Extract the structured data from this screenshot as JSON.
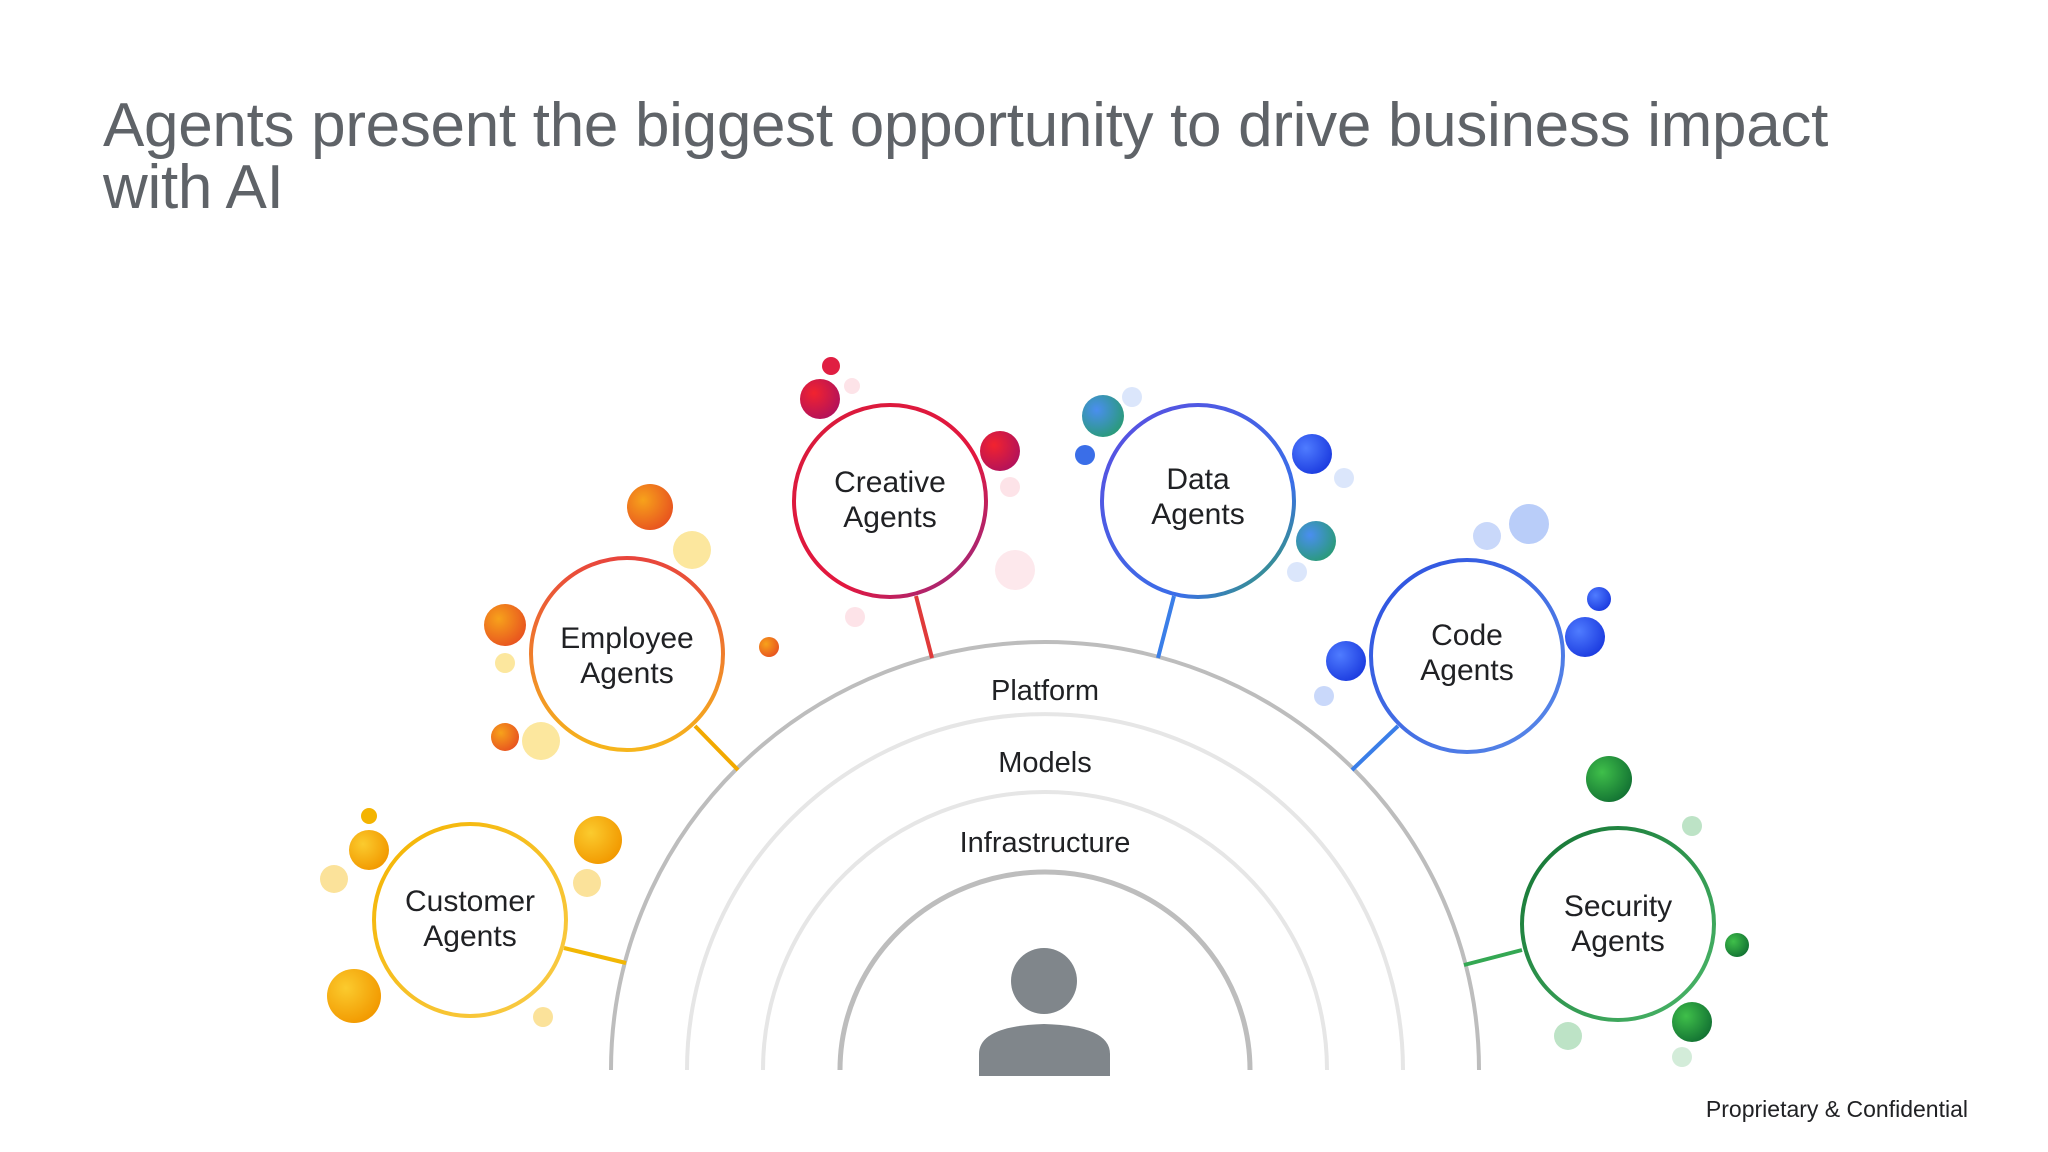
{
  "title": "Agents present the biggest opportunity to drive business impact with AI",
  "footer": "Proprietary & Confidential",
  "layers": [
    "Platform",
    "Models",
    "Infrastructure"
  ],
  "center_icon": "person-icon",
  "agents": [
    {
      "id": "customer",
      "line1": "Customer",
      "line2": "Agents",
      "color": "#f2b705",
      "color2": "#f9c23c"
    },
    {
      "id": "employee",
      "line1": "Employee",
      "line2": "Agents",
      "color": "#ea5a2a",
      "color2": "#f6b51c"
    },
    {
      "id": "creative",
      "line1": "Creative",
      "line2": "Agents",
      "color": "#e3173e",
      "color2": "#a6287e"
    },
    {
      "id": "data",
      "line1": "Data",
      "line2": "Agents",
      "color": "#4a5ae8",
      "color2": "#34a853"
    },
    {
      "id": "code",
      "line1": "Code",
      "line2": "Agents",
      "color": "#3a5fe0",
      "color2": "#4f7ee8"
    },
    {
      "id": "security",
      "line1": "Security",
      "line2": "Agents",
      "color": "#1e8e3e",
      "color2": "#34a853"
    }
  ]
}
